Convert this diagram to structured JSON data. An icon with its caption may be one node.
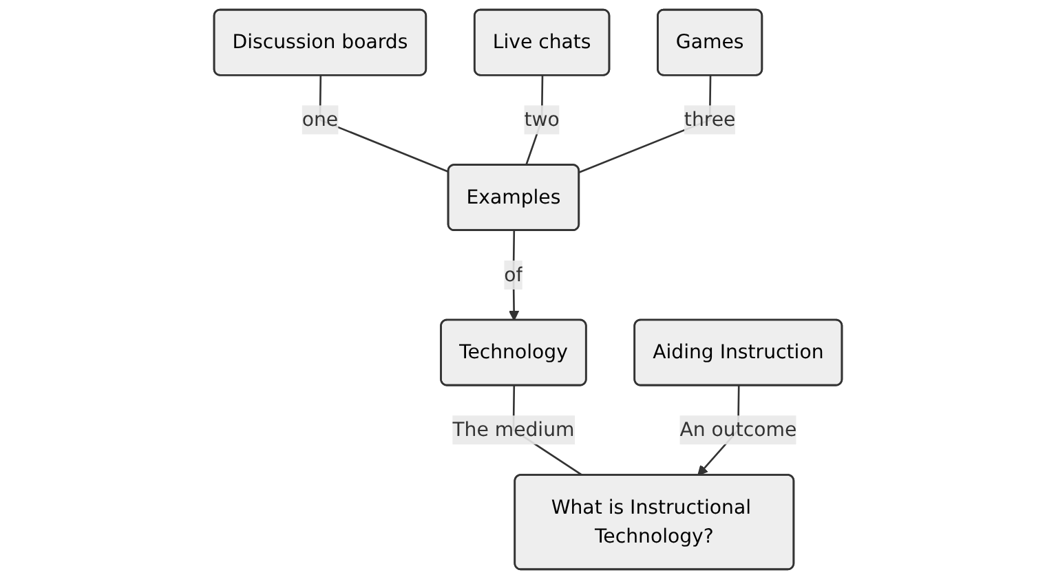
{
  "diagram": {
    "nodes": [
      {
        "text": [
          "Discussion boards"
        ]
      },
      {
        "text": [
          "Live chats"
        ]
      },
      {
        "text": [
          "Games"
        ]
      },
      {
        "text": [
          "Examples"
        ]
      },
      {
        "text": [
          "Technology"
        ]
      },
      {
        "text": [
          "Aiding Instruction"
        ]
      },
      {
        "text": [
          "What is Instructional Technology?"
        ]
      }
    ],
    "edges": [
      {
        "from": 0,
        "to": 3,
        "label": "one",
        "arrow": "none"
      },
      {
        "from": 1,
        "to": 3,
        "label": "two",
        "arrow": "none"
      },
      {
        "from": 2,
        "to": 3,
        "label": "three",
        "arrow": "none"
      },
      {
        "from": 3,
        "to": 4,
        "label": "of",
        "arrow": "to"
      },
      {
        "from": 4,
        "to": 6,
        "label": "The medium",
        "arrow": "none"
      },
      {
        "from": 5,
        "to": 6,
        "label": "An outcome",
        "arrow": "to"
      }
    ]
  }
}
